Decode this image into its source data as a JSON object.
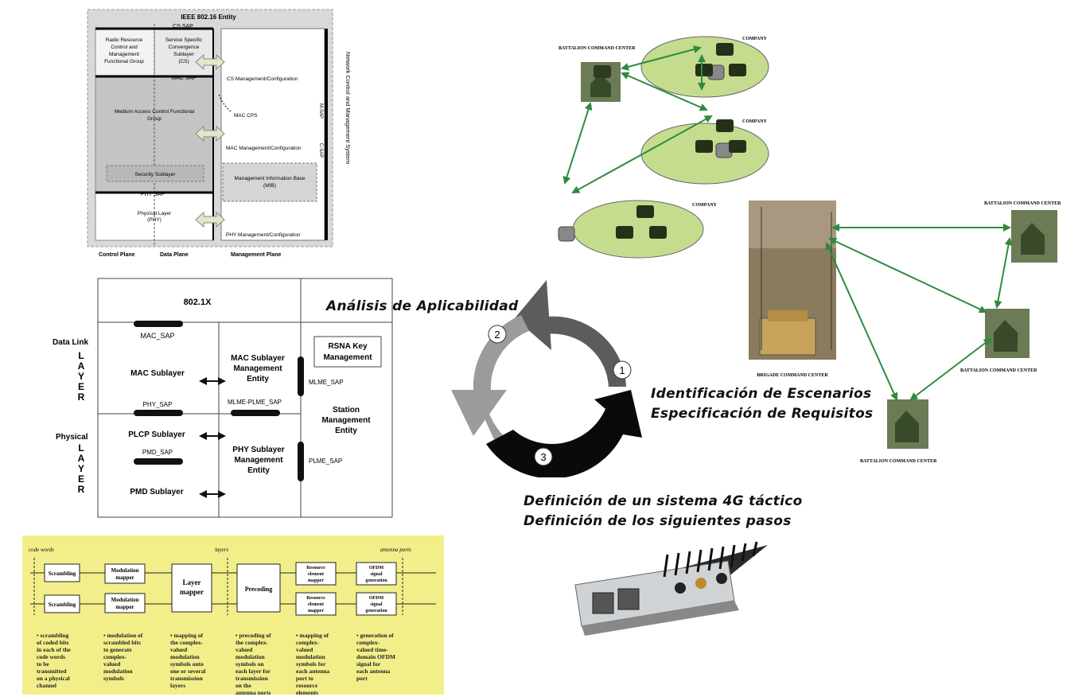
{
  "ieee": {
    "title": "IEEE 802.16 Entity",
    "cs_sap": "CS SAP",
    "mac_sap": "MAC SAP",
    "phy_sap": "PHY SAP",
    "rrc": [
      "Radio Resource",
      "Control and",
      "Management",
      "Functional Group"
    ],
    "sscs": [
      "Service Specific",
      "Convergence",
      "Sublayer",
      "(CS)"
    ],
    "macf": [
      "Medium Access Control Functional",
      "Group"
    ],
    "security": "Security Sublayer",
    "phy": [
      "Physical Layer",
      "(PHY)"
    ],
    "cs_mgmt": "CS Management/Configuration",
    "mac_cps": "MAC CPS",
    "mac_mgmt": "MAC Management/Configuration",
    "mib": [
      "Management Information Base",
      "(MIB)"
    ],
    "phy_mgmt": "PHY Management/Configuration",
    "m_sap": "M-SAP",
    "c_sap": "C-SAP",
    "nms": "Network Control and Management System",
    "planes": [
      "Control Plane",
      "Data Plane",
      "Management Plane"
    ]
  },
  "dot1x": {
    "title": "802.1X",
    "mac_sap": "MAC_SAP",
    "data_link": "Data Link",
    "layer_letters": [
      "L",
      "A",
      "Y",
      "E",
      "R"
    ],
    "physical": "Physical",
    "mac_sublayer": "MAC Sublayer",
    "mac_mgmt": [
      "MAC Sublayer",
      "Management",
      "Entity"
    ],
    "rsna": [
      "RSNA Key",
      "Management"
    ],
    "mlme_sap": "MLME_SAP",
    "phy_sap": "PHY_SAP",
    "mlme_plme_sap": "MLME-PLME_SAP",
    "station": [
      "Station",
      "Management",
      "Entity"
    ],
    "plcp": "PLCP Sublayer",
    "pmd_sap": "PMD_SAP",
    "phy_mgmt": [
      "PHY Sublayer",
      "Management",
      "Entity"
    ],
    "plme_sap": "PLME_SAP",
    "pmd": "PMD Sublayer"
  },
  "lte": {
    "code_words": "code words",
    "layers": "layers",
    "antenna_ports": "antenna ports",
    "scrambling": "Scrambling",
    "modulation_mapper": [
      "Modulation",
      "mapper"
    ],
    "layer_mapper": [
      "Layer",
      "mapper"
    ],
    "precoding": "Precoding",
    "resource_element_mapper": [
      "Resource",
      "element",
      "mapper"
    ],
    "ofdm": [
      "OFDM",
      "signal",
      "generation"
    ],
    "desc": [
      [
        "• scrambling",
        "of coded bits",
        "in each of the",
        "code words",
        "to be",
        "transmitted",
        "on a physical",
        "channel"
      ],
      [
        "• modulation of",
        "scrambled bits",
        "to generate",
        "complex-",
        "valued",
        "modulation",
        "symbols"
      ],
      [
        "• mapping of",
        "the complex-",
        "valued",
        "modulation",
        "symbols onto",
        "one or several",
        "transmission",
        "layers"
      ],
      [
        "• precoding of",
        "the complex-",
        "valued",
        "modulation",
        "symbols on",
        "each layer for",
        "transmission",
        "on the",
        "antenna ports"
      ],
      [
        "• mapping of",
        "complex-",
        "valued",
        "modulation",
        "symbols for",
        "each antenna",
        "port to",
        "resource",
        "elements"
      ],
      [
        "• generation of",
        "complex-",
        "valued time-",
        "domain OFDM",
        "signal for",
        "each antenna",
        "port"
      ]
    ]
  },
  "cycle": {
    "analisis": "Análisis de Aplicabilidad",
    "step1": "1",
    "step2": "2",
    "step3": "3",
    "ident": "Identificación de Escenarios",
    "espec": "Especificación de Requisitos",
    "def1": "Definición de un sistema 4G táctico",
    "def2": "Definición de los siguientes pasos",
    "colors": {
      "dark": "#5c5c5c",
      "light": "#9b9b9b",
      "black": "#0a0a0a"
    }
  },
  "scenario1": {
    "battalion": "BATTALION COMMAND CENTER",
    "company": "COMPANY"
  },
  "scenario2": {
    "battalion": "BATTALION COMMAND CENTER",
    "brigade": "BRIGADE COMMAND CENTER"
  },
  "colors": {
    "green_ellipse": "#c5dc8f",
    "green_arrow": "#2e8b3e",
    "yellow_bg": "#f2ef8a"
  }
}
